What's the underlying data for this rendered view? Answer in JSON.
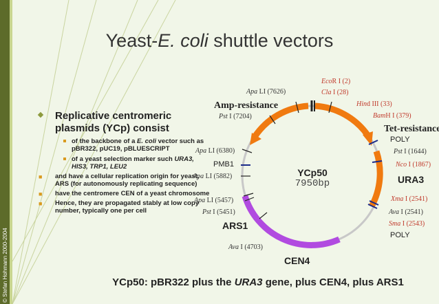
{
  "title": {
    "prefix": "Yeast-",
    "italic": "E. coli",
    "suffix": " shuttle vectors"
  },
  "copyright": "© Stefan Hohmann 2000-2004",
  "bullets": {
    "main": "Replicative centromeric plasmids (YCp) consist",
    "sub1_prefix": "of the backbone of a ",
    "sub1_italic": "E. coli",
    "sub1_suffix": " vector such as pBR322, pUC19, pBLUESCRIPT",
    "sub2_text": "of a yeast selection marker such ",
    "sub2_italic": "URA3, HIS3, TRP1, LEU2",
    "item3": "and have a cellular replication origin for yeast, ARS (for autonomously replicating sequence)",
    "item4": "have the centromere CEN of a yeast chromosome",
    "item5": "Hence, they are propagated stably at low copy number, typically one per cell"
  },
  "plasmid": {
    "name": "YCp50",
    "size": "7950bp",
    "regions": {
      "amp": "Amp-resistance",
      "tet": "Tet-resistance",
      "pmb1": "PMB1",
      "ura3": "URA3",
      "ars1": "ARS1",
      "cen4": "CEN4",
      "poly1": "POLY",
      "poly2": "POLY"
    },
    "sites": {
      "ecori_e": "Eco",
      "ecori_r": "R I (2)",
      "clai_e": "Cla",
      "clai_r": " I (28)",
      "hindiii_e": "Hin",
      "hindiii_r": "d III (33)",
      "bamhi_e": "Bam",
      "bamhi_r": "H I (379)",
      "apa7626_e": "Apa",
      "apa7626_r": " LI (7626)",
      "pst7204_e": "Pst",
      "pst7204_r": " I (7204)",
      "apa6380_e": "Apa",
      "apa6380_r": " LI (6380)",
      "apa5882_e": "Apa",
      "apa5882_r": " LI (5882)",
      "apa5457_e": "Apa",
      "apa5457_r": " LI (5457)",
      "pst5451_e": "Pst",
      "pst5451_r": " I (5451)",
      "ava4703_e": "Ava",
      "ava4703_r": " I (4703)",
      "pst1644_e": "Pst",
      "pst1644_r": " I (1644)",
      "nco1867_e": "Nco",
      "nco1867_r": " I (1867)",
      "xma2541_e": "Xma",
      "xma2541_r": " I (2541)",
      "ava2541_e": "Ava",
      "ava2541_r": " I (2541)",
      "sma2543_e": "Sma",
      "sma2543_r": " I (2543)"
    }
  },
  "caption": {
    "prefix": "YCp50: pBR322 plus the ",
    "italic": "URA3",
    "suffix": " gene, plus CEN4, plus ARS1"
  },
  "colors": {
    "orange": "#f07a10",
    "purple": "#b14be0",
    "ring": "#c8c8c8",
    "accent": "#5d6b2a"
  }
}
